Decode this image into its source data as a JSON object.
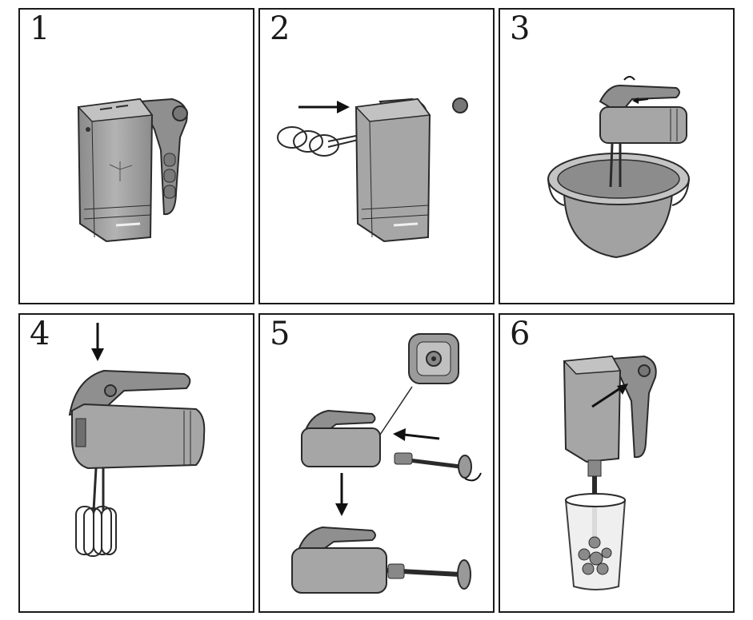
{
  "steps": [
    {
      "number": "1"
    },
    {
      "number": "2"
    },
    {
      "number": "3"
    },
    {
      "number": "4"
    },
    {
      "number": "5"
    },
    {
      "number": "6"
    }
  ],
  "colors": {
    "body": "#9b9b9b",
    "body_light": "#bdbdbd",
    "body_dark": "#6f6f6f",
    "outline": "#2a2a2a",
    "frame": "#1a1a1a",
    "arrow": "#111111"
  }
}
